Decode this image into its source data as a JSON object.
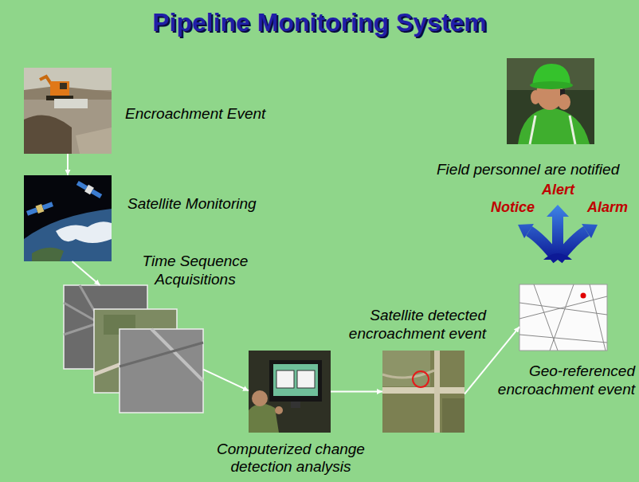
{
  "diagram": {
    "title": "Pipeline Monitoring System",
    "nodes": [
      {
        "text": [
          "Encroachment Event"
        ]
      },
      {
        "text": [
          "Satellite Monitoring"
        ]
      },
      {
        "text": [
          "Time Sequence Acquisitions"
        ]
      },
      {
        "text": [
          "Computerized change detection analysis"
        ]
      },
      {
        "text": [
          "Satellite detected encroachment event"
        ]
      },
      {
        "text": [
          "Geo-referenced encroachment event"
        ]
      },
      {
        "text": [
          "Field personnel are notified"
        ]
      }
    ],
    "edges": [
      {
        "from": 0,
        "to": 1,
        "arrow": "to"
      },
      {
        "from": 1,
        "to": 2,
        "arrow": "to"
      },
      {
        "from": 2,
        "to": 3,
        "arrow": "to"
      },
      {
        "from": 3,
        "to": 4,
        "arrow": "to"
      },
      {
        "from": 4,
        "to": 5,
        "arrow": "to"
      }
    ],
    "labels": [
      "Notice",
      "Alert",
      "Alarm"
    ]
  }
}
